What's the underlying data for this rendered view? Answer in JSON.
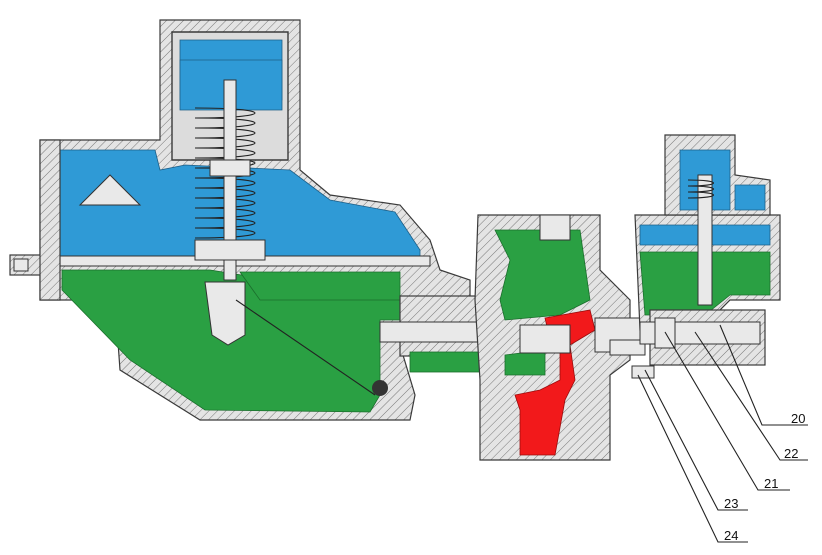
{
  "callouts": [
    "20",
    "22",
    "21",
    "23",
    "24"
  ],
  "colors": {
    "gas_chamber_blue": "#2f9ad6",
    "outlet_chamber_green": "#2aa043",
    "inlet_passage_red": "#f2191b",
    "housing_gray": "#dcdcdc"
  }
}
